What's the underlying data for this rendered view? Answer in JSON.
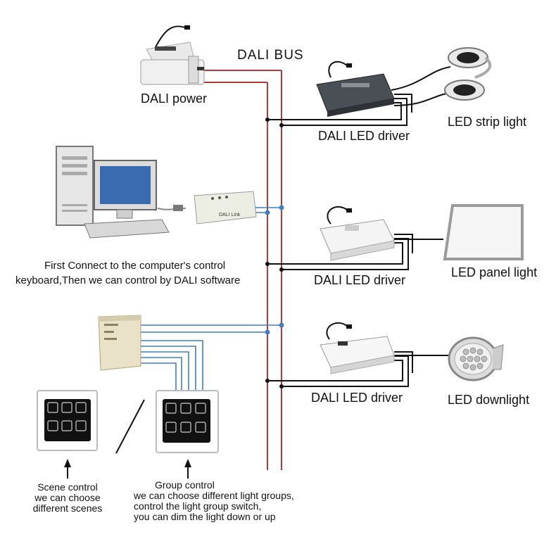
{
  "bus_label": "DALI BUS",
  "power": {
    "label": "DALI power"
  },
  "drivers": [
    {
      "label": "DALI LED driver"
    },
    {
      "label": "DALI LED driver"
    },
    {
      "label": "DALI LED driver"
    }
  ],
  "lights": {
    "strip": "LED strip light",
    "panel": "LED panel light",
    "downlight": "LED downlight"
  },
  "computer_note": {
    "line1": "First Connect to the computer's control",
    "line2": "keyboard,Then we can control by DALI software"
  },
  "usb_adapter_text": "DALI Link",
  "scene_note": {
    "line1": "Scene control",
    "line2": "we can choose",
    "line3": "different scenes"
  },
  "group_note": {
    "line1": "Group control",
    "line2": "we can choose different light groups,",
    "line3": "control the light group switch,",
    "line4": "you can dim the light down or up"
  },
  "colors": {
    "bus": "#b23a3a",
    "signal": "#3f7fc2",
    "wire": "#111111"
  }
}
